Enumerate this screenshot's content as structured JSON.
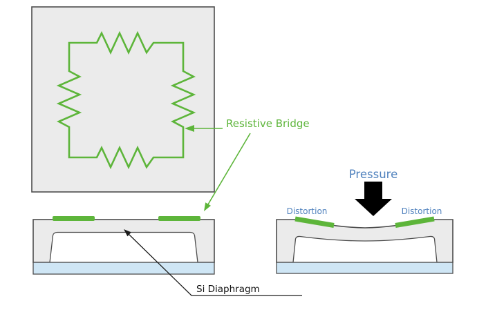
{
  "labels": {
    "resistive_bridge": "Resistive Bridge",
    "si_diaphragm": "Si Diaphragm",
    "pressure": "Pressure",
    "distortion_left": "Distortion",
    "distortion_right": "Distortion"
  },
  "colors": {
    "green": "#5db53a",
    "blue": "#4f81bd",
    "light_blue": "#cfe6f5",
    "gray_fill": "#ebebeb",
    "outline": "#4d4d4d",
    "background": "#ffffff"
  },
  "icons": {
    "pressure_arrow": "block-arrow-down",
    "leader_arrow": "triangle-arrowhead",
    "resistor_symbol": "zigzag-resistor"
  }
}
